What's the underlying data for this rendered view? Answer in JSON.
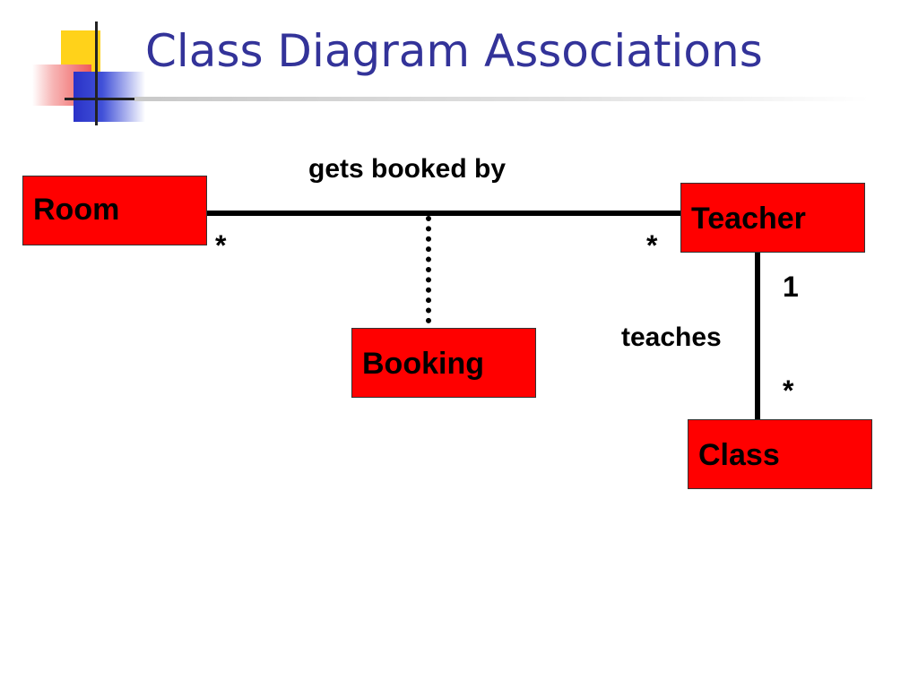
{
  "slide": {
    "title": "Class Diagram Associations"
  },
  "diagram": {
    "classes": {
      "room": "Room",
      "teacher": "Teacher",
      "booking": "Booking",
      "class": "Class"
    },
    "associations": {
      "room_teacher": {
        "name": "gets booked by",
        "room_multiplicity": "*",
        "teacher_multiplicity": "*",
        "association_class": "Booking"
      },
      "teacher_class": {
        "name": "teaches",
        "teacher_multiplicity": "1",
        "class_multiplicity": "*"
      }
    }
  },
  "colors": {
    "title": "#333399",
    "class_box_fill": "#ff0000",
    "logo_yellow": "#ffd21a",
    "logo_red": "#f05a5a",
    "logo_blue": "#2a32c8"
  }
}
